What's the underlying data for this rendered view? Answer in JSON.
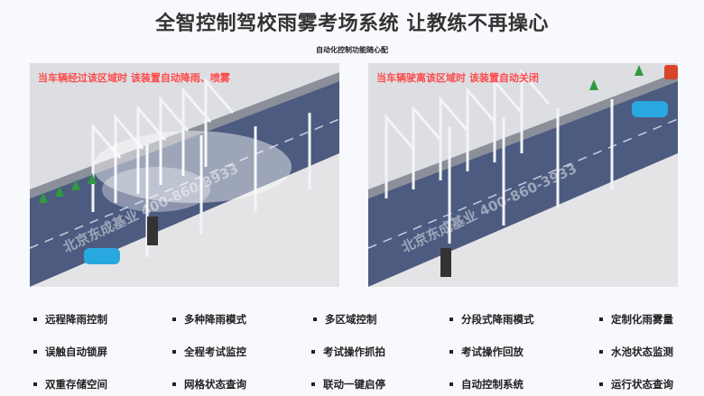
{
  "title": "全智控制驾校雨雾考场系统 让教练不再操心",
  "subtitle": "自动化控制功能随心配",
  "scenes": [
    {
      "caption": "当车辆经过该区域时 该装置自动降雨、喷雾",
      "watermark": "北京东成基业 400-860-3933",
      "state": "spraying"
    },
    {
      "caption": "当车辆驶离该区域时 该装置自动关闭",
      "watermark": "北京东成基业 400-860-3933",
      "state": "off"
    }
  ],
  "features": [
    [
      "远程降雨控制",
      "多种降雨模式",
      "多区域控制",
      "分段式降雨模式",
      "定制化雨雾量"
    ],
    [
      "误触自动锁屏",
      "全程考试监控",
      "考试操作抓拍",
      "考试操作回放",
      "水池状态监测"
    ],
    [
      "双重存储空间",
      "网格状态查询",
      "联动一键启停",
      "自动控制系统",
      "运行状态查询"
    ]
  ],
  "colors": {
    "caption": "#ff4a4a",
    "road": "#4a5a80",
    "car": "#29a8e0"
  }
}
